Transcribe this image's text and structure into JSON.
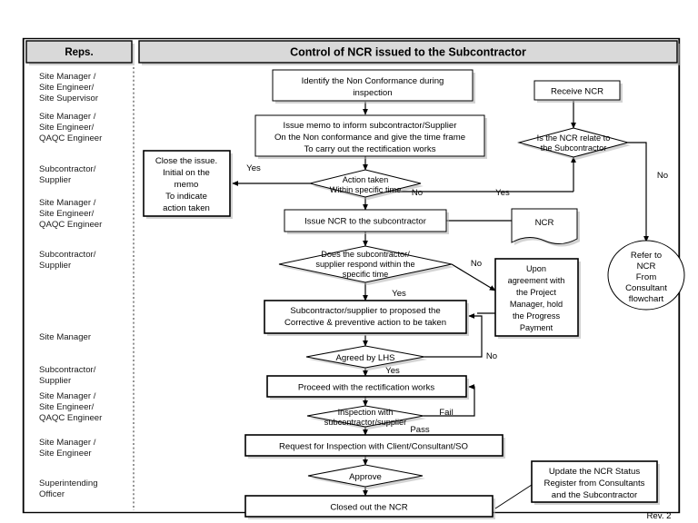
{
  "header": {
    "reps_label": "Reps.",
    "title": "Control of NCR issued to the Subcontractor"
  },
  "revision": "Rev. 2",
  "reps": [
    {
      "id": "reps-1",
      "lines": [
        "Site Manager /",
        "Site Engineer/",
        "Site Supervisor"
      ]
    },
    {
      "id": "reps-2",
      "lines": [
        "Site Manager /",
        "Site Engineer/",
        "QAQC Engineer"
      ]
    },
    {
      "id": "reps-3",
      "lines": [
        "Subcontractor/",
        "Supplier"
      ]
    },
    {
      "id": "reps-4",
      "lines": [
        "Site Manager /",
        "Site Engineer/",
        "QAQC Engineer"
      ]
    },
    {
      "id": "reps-5",
      "lines": [
        "Subcontractor/",
        "Supplier"
      ]
    },
    {
      "id": "reps-6",
      "lines": [
        "Site Manager"
      ]
    },
    {
      "id": "reps-7",
      "lines": [
        "Subcontractor/",
        "Supplier"
      ]
    },
    {
      "id": "reps-8",
      "lines": [
        "Site Manager /",
        "Site Engineer/",
        "QAQC Engineer"
      ]
    },
    {
      "id": "reps-9",
      "lines": [
        "Site Manager /",
        "Site Engineer"
      ]
    },
    {
      "id": "reps-10",
      "lines": [
        "Superintending",
        "Officer"
      ]
    }
  ],
  "nodes": {
    "identify": {
      "type": "process",
      "lines": [
        "Identify the Non Conformance during",
        "inspection"
      ]
    },
    "issue_memo": {
      "type": "process",
      "lines": [
        "Issue memo to inform subcontractor/Supplier",
        "On the Non conformance and give the time frame",
        "To carry out the rectification works"
      ]
    },
    "receive_ncr": {
      "type": "process",
      "lines": [
        "Receive NCR"
      ]
    },
    "ncr_related": {
      "type": "decision",
      "lines": [
        "Is the NCR relate to",
        "the Subcontractor"
      ]
    },
    "close_issue": {
      "type": "process",
      "lines": [
        "Close the issue.",
        "Initial on the",
        "memo",
        "To indicate",
        "action taken"
      ]
    },
    "action_taken": {
      "type": "decision",
      "lines": [
        "Action taken",
        "Within specific time"
      ]
    },
    "issue_ncr_sub": {
      "type": "process",
      "lines": [
        "Issue NCR to the subcontractor"
      ]
    },
    "ncr_doc": {
      "type": "document",
      "lines": [
        "NCR"
      ]
    },
    "refer_ncr": {
      "type": "terminator",
      "lines": [
        "Refer to",
        "NCR",
        "From",
        "Consultant",
        "flowchart"
      ]
    },
    "respond_time": {
      "type": "decision",
      "lines": [
        "Does the subcontractor/",
        "supplier respond within the",
        "specific time"
      ]
    },
    "hold_payment": {
      "type": "process",
      "lines": [
        "Upon",
        "agreement with",
        "the Project",
        "Manager, hold",
        "the Progress",
        "Payment"
      ]
    },
    "propose_action": {
      "type": "process",
      "lines": [
        "Subcontractor/supplier to proposed the",
        "Corrective & preventive action to be taken"
      ]
    },
    "agreed_lhs": {
      "type": "decision",
      "lines": [
        "Agreed by LHS"
      ]
    },
    "proceed_rect": {
      "type": "process",
      "lines": [
        "Proceed with the rectification works"
      ]
    },
    "inspection_sub": {
      "type": "decision",
      "lines": [
        "Inspection with",
        "subcontractor/supplier"
      ]
    },
    "request_inspection": {
      "type": "process",
      "lines": [
        "Request for Inspection with Client/Consultant/SO"
      ]
    },
    "approve": {
      "type": "decision",
      "lines": [
        "Approve"
      ]
    },
    "closed_out": {
      "type": "process",
      "lines": [
        "Closed out the NCR"
      ]
    },
    "update_register": {
      "type": "process",
      "lines": [
        "Update the NCR Status",
        "Register from Consultants",
        "and the Subcontractor"
      ]
    }
  },
  "edge_labels": {
    "ncr_related_no": "No",
    "ncr_related_yes": "Yes",
    "action_taken_yes": "Yes",
    "action_taken_no": "No",
    "respond_yes": "Yes",
    "respond_no": "No",
    "agreed_yes": "Yes",
    "agreed_no": "No",
    "inspection_fail": "Fail",
    "inspection_pass": "Pass"
  },
  "colors": {
    "header_fill": "#d9d9d9",
    "shape_fill": "#ffffff",
    "stroke": "#000000",
    "shadow": "#aeaeae",
    "divider": "#4d4d4d"
  }
}
